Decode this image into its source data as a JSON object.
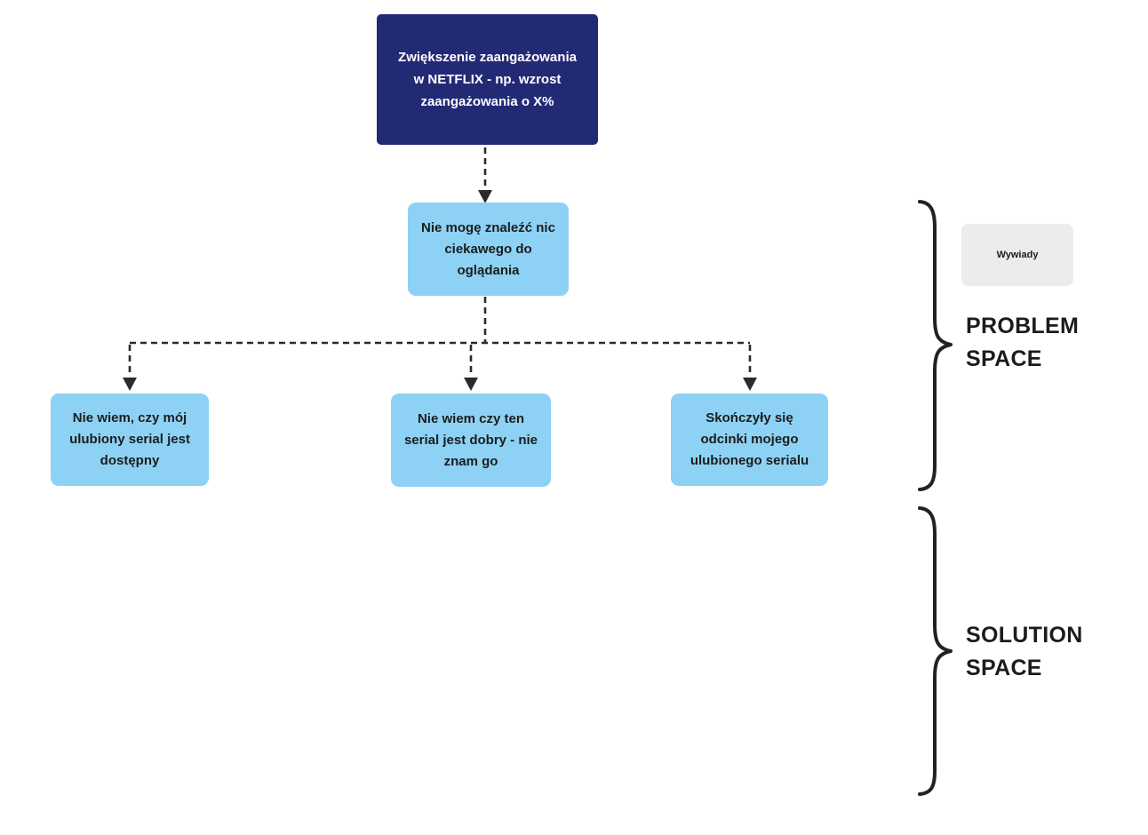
{
  "colors": {
    "node_navy": "#232a75",
    "node_blue": "#8dd2f4",
    "tag_gray": "#ececec",
    "ink": "#1c1c1c",
    "line": "#2b2b2b"
  },
  "diagram": {
    "goal": {
      "label": "Zwiększenie zaangażowania w NETFLIX - np. wzrost zaangażowania o X%"
    },
    "problem_main": {
      "label": "Nie mogę znaleźć nic ciekawego do oglądania"
    },
    "problems": [
      {
        "label": "Nie wiem, czy mój ulubiony serial jest dostępny"
      },
      {
        "label": "Nie wiem czy ten serial jest dobry - nie znam go"
      },
      {
        "label": "Skończyły się odcinki mojego ulubionego serialu"
      }
    ],
    "tag": {
      "label": "Wywiady"
    },
    "sections": [
      {
        "label": "PROBLEM SPACE"
      },
      {
        "label": "SOLUTION SPACE"
      }
    ]
  }
}
